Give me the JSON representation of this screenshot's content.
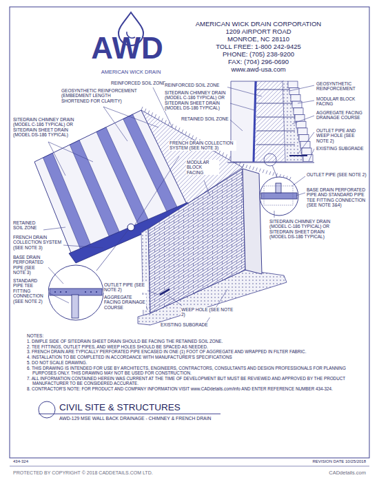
{
  "diagram": {
    "title": "CIVIL SITE & STRUCTURES",
    "labels": [
      "AWD",
      "AMERICAN WICK DRAIN",
      "AMERICAN WICK DRAIN CORPORATION",
      "1209 AIRPORT ROAD",
      "MONROE, NC 28110",
      "TOLL FREE: 1-800 242-9425",
      "PHONE: (705) 238-9200",
      "FAX: (704) 296-0690",
      "www.awd-usa.com",
      "REINFORCED SOIL ZONE",
      "GEOSYNTHETIC REINFORCEMENT (EMBEDMENT LENGTH SHORTENED FOR CLARITY)",
      "SITEDRAIN CHIMNEY DRAIN (MODEL C-186 TYPICAL) OR SITEDRAIN SHEET DRAIN (MODEL DS-186 TYPICAL)",
      "RETAINED SOIL ZONE",
      "FRENCH DRAIN COLLECTION SYSTEM (SEE NOTE 3)",
      "BASE DRAIN PERFORATED PIPE (SEE NOTE 3)",
      "STANDARD PIPE TEE FITTING CONNECTION (SEE NOTE 2)",
      "FRENCH DRAIN COLLECTION SYSTEM (SEE NOTE 3)",
      "MODULAR BLOCK FACING",
      "OUTLET PIPE (SEE NOTE 2)",
      "AGGREGATE FACING DRAINAGE COURSE",
      "WEEP HOLE (SEE NOTE 2)",
      "EXISTING SUBGRADE",
      "REINFORCED SOIL ZONE",
      "SITEDRAIN CHIMNEY DRAIN (MODEL C-186 TYPICAL) OR SITEDRAIN SHEET DRAIN (MODEL DS-186 TYPICAL)",
      "RETAINED SOIL ZONE",
      "GEOSYNTHETIC REINFORCEMENT",
      "MODULAR BLOCK FACING",
      "AGGREGATE FACING DRAINAGE COURSE",
      "OUTLET PIPE AND WEEP HOLE (SEE NOTE 2)",
      "EXISTING SUBGRADE",
      "OUTLET PIPE (SEE NOTE 2)",
      "BASE DRAIN PERFORATED PIPE AND STANDARD PIPE TEE FITTING CONNECTION (SEE NOTE 3&4)",
      "SITEDRAIN CHIMNEY DRAIN (MODEL C-186 TYPICAL) OR SITEDRAIN SHEET DRAIN (MODEL DS-186 TYPICAL)",
      "NOTES:",
      "1. DIMPLE SIDE OF SITEDRAIN SHEET DRAIN SHOULD BE FACING THE RETAINED SOIL ZONE.",
      "2. TEE FITTINGS, OUTLET PIPES, AND WEEP HOLES SHOULD BE SPACED AS NEEDED.",
      "3. FRENCH DRAIN ARE TYPICALLY PERFORATED PIPE ENCASED IN ONE (1) FOOT OF AGGREGATE AND WRAPPED IN FILTER FABRIC.",
      "4. INSTALLATION TO BE COMPLETED IN ACCORDANCE WITH MANUFACTURER'S SPECIFICATIONS",
      "5. DO NOT SCALE DRAWING.",
      "6. THIS DRAWING IS INTENDED FOR USE BY ARCHITECTS, ENGINEERS, CONTRACTORS, CONSULTANTS AND DESIGN PROFESSIONALS FOR PLANNING PURPOSES ONLY. THIS DRAWING MAY NOT BE USED FOR CONSTRUCTION.",
      "7. ALL INFORMATION CONTAINED HEREIN WAS CURRENT AT THE TIME OF DEVELOPMENT BUT MUST BE REVIEWED AND APPROVED BY THE PRODUCT MANUFACTURER TO BE CONSIDERED ACCURATE.",
      "8. CONTRACTOR'S NOTE: FOR PRODUCT AND COMPANY INFORMATION VISIT www.CADdetails.com/info AND ENTER REFERENCE NUMBER 434-324.",
      "AWD-129 MSE WALL BACK DRAINAGE - CHIMNEY & FRENCH DRAIN",
      "434-324",
      "REVISION DATE 10/25/2018",
      "PROTECTED BY COPYRIGHT © 2018 CADDETAILS.COM LTD.",
      "CADdetails.com"
    ]
  }
}
